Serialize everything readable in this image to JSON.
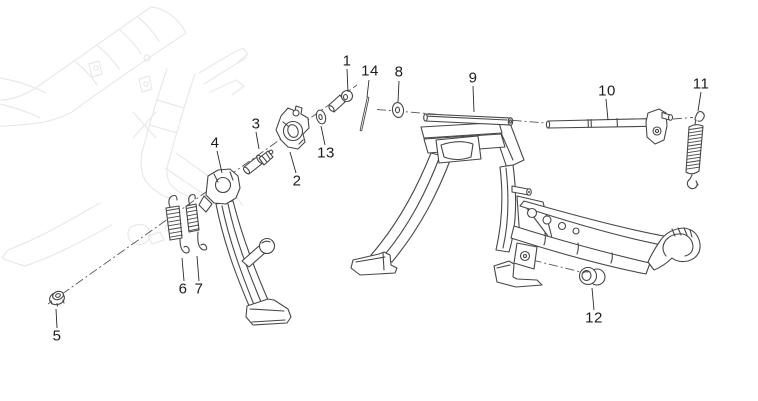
{
  "diagram": {
    "kind": "exploded-parts-diagram",
    "colors": {
      "background": "#ffffff",
      "part_line": "#474747",
      "ghost_frame": "#e9e9e9",
      "axis_line": "#555555",
      "label_text": "#1c1c1c"
    },
    "labels": [
      {
        "text": "1"
      },
      {
        "text": "2"
      },
      {
        "text": "3"
      },
      {
        "text": "4"
      },
      {
        "text": "5"
      },
      {
        "text": "6"
      },
      {
        "text": "7"
      },
      {
        "text": "8"
      },
      {
        "text": "9"
      },
      {
        "text": "10"
      },
      {
        "text": "11"
      },
      {
        "text": "12"
      },
      {
        "text": "13"
      },
      {
        "text": "14"
      }
    ]
  }
}
